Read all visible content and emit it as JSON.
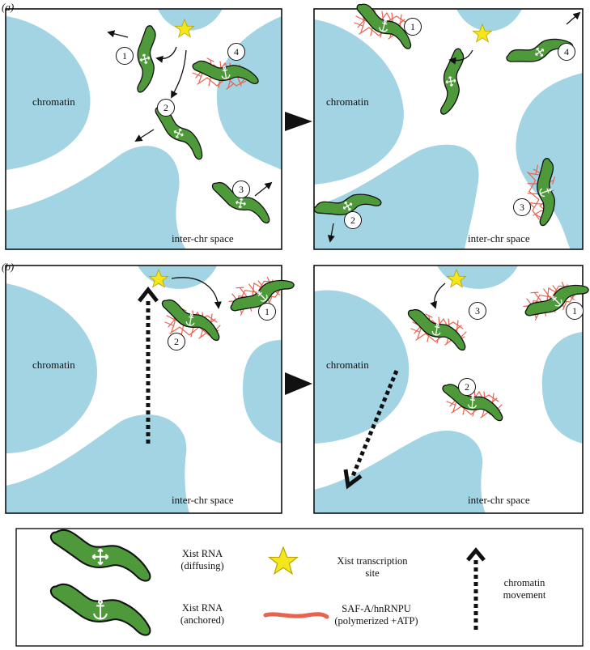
{
  "panels": {
    "a": {
      "label": "(a)",
      "left": {
        "chromatin_label": "chromatin",
        "space_label": "inter-chr space",
        "numbers": [
          "1",
          "2",
          "3",
          "4"
        ]
      },
      "right": {
        "chromatin_label": "chromatin",
        "space_label": "inter-chr space",
        "numbers": [
          "1",
          "2",
          "3",
          "4"
        ]
      }
    },
    "b": {
      "label": "(b)",
      "left": {
        "chromatin_label": "chromatin",
        "space_label": "inter-chr space",
        "numbers": [
          "1",
          "2"
        ]
      },
      "right": {
        "chromatin_label": "chromatin",
        "space_label": "inter-chr space",
        "numbers": [
          "1",
          "2",
          "3"
        ]
      }
    }
  },
  "legend": {
    "xist_diffusing": [
      "Xist RNA",
      "(diffusing)"
    ],
    "xist_anchored": [
      "Xist RNA",
      "(anchored)"
    ],
    "transcription_site": [
      "Xist transcription",
      "site"
    ],
    "saf_a": [
      "SAF-A/hnRNPU",
      "(polymerized +ATP)"
    ],
    "chromatin_movement": [
      "chromatin",
      "movement"
    ]
  },
  "colors": {
    "chromatin": "#a3d4e4",
    "xist_rna": "#4e9a3a",
    "saf_a": "#e8624e",
    "star": "#f5e61a"
  }
}
